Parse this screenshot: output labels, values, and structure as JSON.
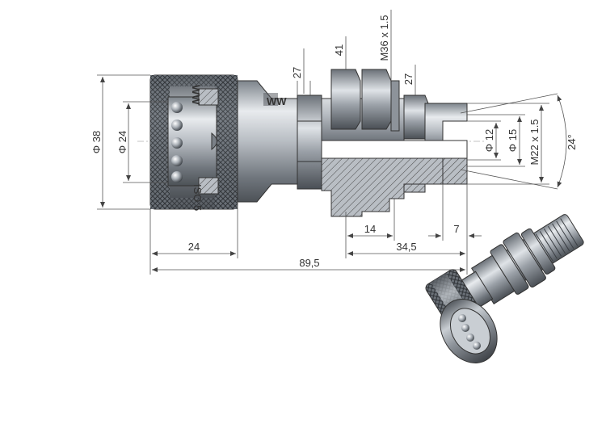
{
  "drawing": {
    "dimensions": {
      "d38": "Φ 38",
      "d24": "Φ 24",
      "d12": "Φ 12",
      "d15": "Φ 15",
      "m22": "M22 x 1.5",
      "m36": "M36 x 1.5",
      "w27a": "27",
      "w41": "41",
      "w27b": "27",
      "l14": "14",
      "l34_5": "34,5",
      "l7": "7",
      "l24": "24",
      "l89_5": "89,5",
      "angle24": "24°"
    },
    "engraving": {
      "brand_short": "WW",
      "size_text": "ISO 5"
    },
    "colors": {
      "steel_light": "#d9dde2",
      "steel_mid": "#a9afb6",
      "steel_dark": "#5f656c",
      "section": "#b9bec4",
      "hatch": "#444444"
    }
  }
}
